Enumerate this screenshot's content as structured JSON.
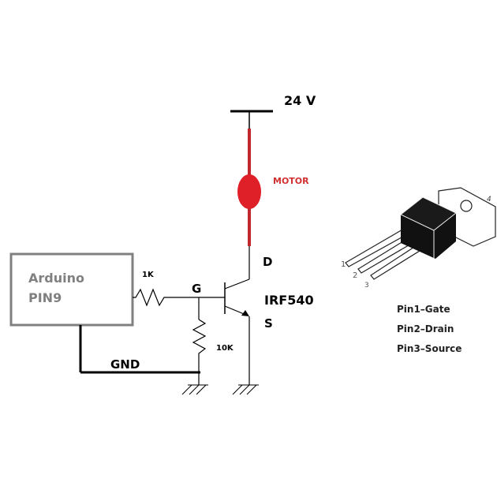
{
  "circuit": {
    "supply_label": "24 V",
    "motor_label": "MOTOR",
    "arduino": {
      "line1": "Arduino",
      "line2": "PIN9"
    },
    "r_gate_label": "1K",
    "r_pulldown_label": "10K",
    "gate_label": "G",
    "drain_label": "D",
    "source_label": "S",
    "transistor_label": "IRF540",
    "gnd_label": "GND"
  },
  "package": {
    "pin_numbers": [
      "1",
      "2",
      "3"
    ],
    "tab_number": "4",
    "pinout": [
      "Pin1–Gate",
      "Pin2–Drain",
      "Pin3–Source"
    ]
  },
  "colors": {
    "wire": "#000000",
    "motor": "#e02028",
    "motor_text": "#d03030",
    "arduino_box": "#808080",
    "arduino_text": "#808080"
  }
}
